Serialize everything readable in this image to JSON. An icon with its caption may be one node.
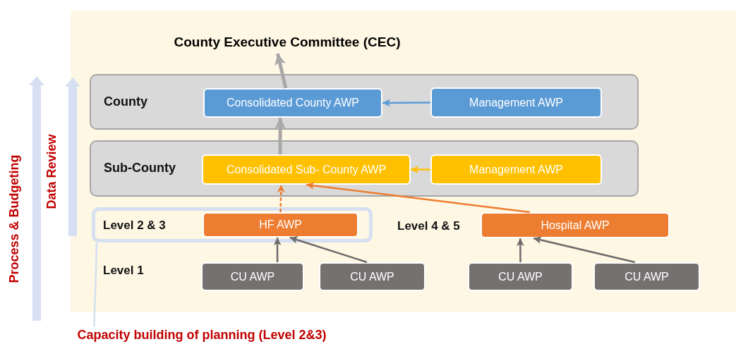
{
  "diagram": {
    "nodes": [
      {
        "text": [
          "County Executive Committee (CEC)"
        ]
      },
      {
        "text": [
          "County"
        ]
      },
      {
        "text": [
          "Consolidated County AWP"
        ],
        "in": 1
      },
      {
        "text": [
          "Management AWP"
        ],
        "in": 1
      },
      {
        "text": [
          "Sub-County"
        ]
      },
      {
        "text": [
          "Consolidated Sub- County AWP"
        ],
        "in": 4
      },
      {
        "text": [
          "Management AWP"
        ],
        "in": 4
      },
      {
        "text": [
          "Level 2 & 3"
        ]
      },
      {
        "text": [
          "HF AWP"
        ],
        "in": 7
      },
      {
        "text": [
          "Hospital AWP"
        ]
      },
      {
        "text": [
          "CU AWP"
        ]
      },
      {
        "text": [
          "CU AWP"
        ]
      },
      {
        "text": [
          "CU AWP"
        ]
      },
      {
        "text": [
          "CU AWP"
        ]
      },
      {
        "text": [
          "Capacity building of planning (Level 2&3)"
        ]
      }
    ],
    "edges": [
      {
        "from": 2,
        "to": 0,
        "arrow": "to",
        "style": "thick",
        "color": "#aaa7a7"
      },
      {
        "from": 5,
        "to": 2,
        "arrow": "to",
        "style": "thick",
        "color": "#aaa7a7"
      },
      {
        "from": 3,
        "to": 2,
        "arrow": "to",
        "color": "#5b9bd5"
      },
      {
        "from": 6,
        "to": 5,
        "arrow": "to",
        "color": "#ffc000"
      },
      {
        "from": 8,
        "to": 5,
        "arrow": "to",
        "style": "dashed",
        "color": "#ed7d31"
      },
      {
        "from": 9,
        "to": 5,
        "arrow": "to",
        "color": "#ed7d31"
      },
      {
        "from": 10,
        "to": 8,
        "arrow": "to"
      },
      {
        "from": 11,
        "to": 8,
        "arrow": "to"
      },
      {
        "from": 12,
        "to": 9,
        "arrow": "to"
      },
      {
        "from": 13,
        "to": 9,
        "arrow": "to"
      },
      {
        "from": 14,
        "to": 7,
        "arrow": "none",
        "color": "#d6e0f0"
      }
    ],
    "labels": [
      "Process & Budgeting",
      "Data Review",
      "Level 4 & 5",
      "Level 1"
    ]
  }
}
